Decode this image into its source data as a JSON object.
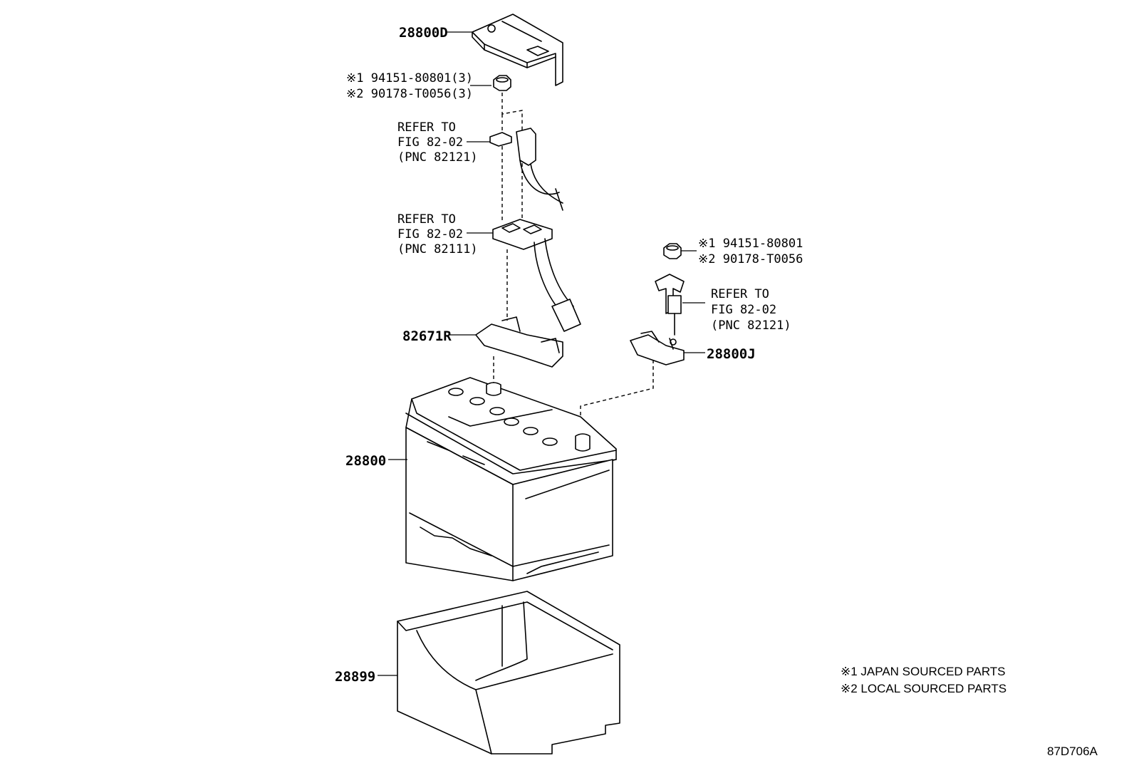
{
  "parts": {
    "battery_clamp_cover": "28800D",
    "nut_upper_line1": "※1 94151-80801(3)",
    "nut_upper_line2": "※2 90178-T0056(3)",
    "refer_upper_line1": "REFER TO",
    "refer_upper_line2": "FIG 82-02",
    "refer_upper_line3": "(PNC 82121)",
    "refer_middle_line1": "REFER TO",
    "refer_middle_line2": "FIG 82-02",
    "refer_middle_line3": "(PNC 82111)",
    "fuse_block": "82671R",
    "nut_right_line1": "※1 94151-80801",
    "nut_right_line2": "※2 90178-T0056",
    "refer_right_line1": "REFER TO",
    "refer_right_line2": "FIG 82-02",
    "refer_right_line3": "(PNC 82121)",
    "terminal": "28800J",
    "battery": "28800",
    "battery_tray": "28899"
  },
  "notes": {
    "note1": "※1 JAPAN SOURCED PARTS",
    "note2": "※2 LOCAL SOURCED PARTS"
  },
  "figure_code": "87D706A"
}
